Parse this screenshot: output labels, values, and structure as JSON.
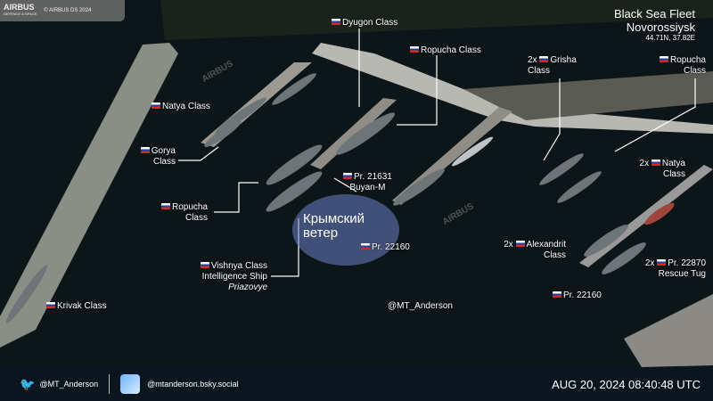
{
  "header": {
    "logo": "AIRBUS",
    "logo_sub": "DEFENCE & SPACE",
    "copyright": "© AIRBUS DS 2024"
  },
  "title": {
    "line1": "Black Sea Fleet",
    "line2": "Novorossiysk",
    "coords": "44.71N, 37.82E"
  },
  "labels": {
    "dyugon": "Dyugon Class",
    "ropucha_top": "Ropucha Class",
    "grisha_1": "2x",
    "grisha_2": "Grisha",
    "grisha_3": "Class",
    "ropucha_right_1": "Ropucha",
    "ropucha_right_2": "Class",
    "natya": "Natya Class",
    "gorya_1": "Gorya",
    "gorya_2": "Class",
    "ropucha_left_1": "Ropucha",
    "ropucha_left_2": "Class",
    "buyan_1": "Pr. 21631",
    "buyan_2": "Buyan-M",
    "pr22160_mid": "Pr. 22160",
    "natya2_1": "2x",
    "natya2_2": "Natya",
    "natya2_3": "Class",
    "alex_1": "2x",
    "alex_2": "Alexandrit",
    "alex_3": "Class",
    "tug_1": "2x",
    "tug_2": "Pr. 22870",
    "tug_3": "Rescue Tug",
    "pr22160_right": "Pr. 22160",
    "vishnya_1": "Vishnya Class",
    "vishnya_2": "Intelligence Ship",
    "vishnya_3": "Priazovye",
    "krivak": "Krivak Class",
    "credit": "@MT_Anderson"
  },
  "watermark": {
    "line1": "Крымский",
    "line2": "ветер",
    "airbus": "AIRBUS"
  },
  "footer": {
    "twitter": "@MT_Anderson",
    "bluesky": "@mtanderson.bsky.social",
    "timestamp": "AUG 20, 2024 08:40:48 UTC"
  }
}
